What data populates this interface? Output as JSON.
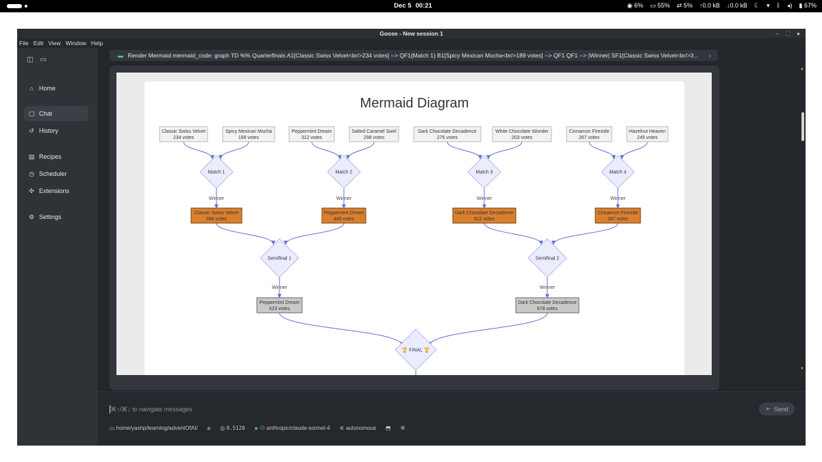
{
  "system_bar": {
    "date": "Dec 5",
    "time": "00:21",
    "cpu": "6%",
    "memory": "55%",
    "swap": "5%",
    "upload": "0.0 kB",
    "download": "0.0 kB",
    "battery": "67%"
  },
  "window": {
    "title": "Goose - New session 1",
    "menu": [
      "File",
      "Edit",
      "View",
      "Window",
      "Help"
    ]
  },
  "sidebar": {
    "items": [
      {
        "label": "Home",
        "icon": "home-icon"
      },
      {
        "label": "Chat",
        "icon": "chat-icon",
        "active": true
      },
      {
        "label": "History",
        "icon": "history-icon"
      },
      {
        "label": "Recipes",
        "icon": "recipes-icon"
      },
      {
        "label": "Scheduler",
        "icon": "clock-icon"
      },
      {
        "label": "Extensions",
        "icon": "puzzle-icon"
      },
      {
        "label": "Settings",
        "icon": "gear-icon"
      }
    ]
  },
  "tool_call": {
    "text": "Render Mermaid mermaid_code: graph TD %% Quarterfinals A1[Classic Swiss Velvet<br/>234 votes] --> QF1{Match 1} B1[Spicy Mexican Mocha<br/>189 votes] --> QF1 QF1 --> |Winner| SF1[Classic Swiss Velvet<br/>3..."
  },
  "diagram": {
    "title": "Mermaid Diagram",
    "edge_label": "Winner",
    "contestants": [
      {
        "name": "Classic Swiss Velvet",
        "votes": "234 votes"
      },
      {
        "name": "Spicy Mexican Mocha",
        "votes": "189 votes"
      },
      {
        "name": "Peppermint Dream",
        "votes": "312 votes"
      },
      {
        "name": "Salted Caramel Swirl",
        "votes": "298 votes"
      },
      {
        "name": "Dark Chocolate Decadence",
        "votes": "276 votes"
      },
      {
        "name": "White Chocolate Wonder",
        "votes": "203 votes"
      },
      {
        "name": "Cinnamon Fireside",
        "votes": "267 votes"
      },
      {
        "name": "Hazelnut Heaven",
        "votes": "245 votes"
      }
    ],
    "matches": [
      "Match 1",
      "Match 2",
      "Match 3",
      "Match 4"
    ],
    "quarter_winners": [
      {
        "name": "Classic Swiss Velvet",
        "votes": "398 votes"
      },
      {
        "name": "Peppermint Dream",
        "votes": "445 votes"
      },
      {
        "name": "Dark Chocolate Decadence",
        "votes": "512 votes"
      },
      {
        "name": "Cinnamon Fireside",
        "votes": "387 votes"
      }
    ],
    "semifinals": [
      "Semifinal 1",
      "Semifinal 2"
    ],
    "semi_winners": [
      {
        "name": "Peppermint Dream",
        "votes": "623 votes"
      },
      {
        "name": "Dark Chocolate Decadence",
        "votes": "678 votes"
      }
    ],
    "final": "🏆 FINAL 🏆",
    "colors": {
      "node_fill": "#f2f2f2",
      "node_stroke": "#b8b8b8",
      "diamond_fill": "#ececff",
      "diamond_stroke": "#9370db",
      "winner_fill": "#d98030",
      "winner_stroke": "#7a3e0a",
      "semi_fill": "#c9c9c9",
      "semi_stroke": "#666666",
      "edge": "#5b6fd6"
    }
  },
  "input": {
    "placeholder": "⌘↑/⌘↓ to navigate messages",
    "send_label": "Send",
    "path": "home/yashp/learning/adventOfAI/",
    "cost": "0.5120",
    "model": "anthropic/claude-sonnet-4",
    "mode": "autonomous"
  }
}
